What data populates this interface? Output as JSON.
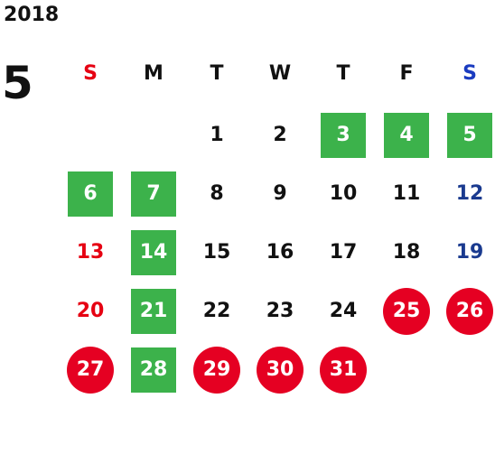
{
  "calendar": {
    "year": "2018",
    "month": "5",
    "weekdays": [
      {
        "label": "S",
        "color": "#e60012"
      },
      {
        "label": "M",
        "color": "#111111"
      },
      {
        "label": "T",
        "color": "#111111"
      },
      {
        "label": "W",
        "color": "#111111"
      },
      {
        "label": "T",
        "color": "#111111"
      },
      {
        "label": "F",
        "color": "#111111"
      },
      {
        "label": "S",
        "color": "#1a3bc0"
      }
    ],
    "first_weekday_index": 2,
    "days": [
      {
        "day": "1",
        "mark": "none"
      },
      {
        "day": "2",
        "mark": "none"
      },
      {
        "day": "3",
        "mark": "square"
      },
      {
        "day": "4",
        "mark": "square"
      },
      {
        "day": "5",
        "mark": "square"
      },
      {
        "day": "6",
        "mark": "square"
      },
      {
        "day": "7",
        "mark": "square"
      },
      {
        "day": "8",
        "mark": "none"
      },
      {
        "day": "9",
        "mark": "none"
      },
      {
        "day": "10",
        "mark": "none"
      },
      {
        "day": "11",
        "mark": "none"
      },
      {
        "day": "12",
        "mark": "none"
      },
      {
        "day": "13",
        "mark": "none"
      },
      {
        "day": "14",
        "mark": "square"
      },
      {
        "day": "15",
        "mark": "none"
      },
      {
        "day": "16",
        "mark": "none"
      },
      {
        "day": "17",
        "mark": "none"
      },
      {
        "day": "18",
        "mark": "none"
      },
      {
        "day": "19",
        "mark": "none"
      },
      {
        "day": "20",
        "mark": "none"
      },
      {
        "day": "21",
        "mark": "square"
      },
      {
        "day": "22",
        "mark": "none"
      },
      {
        "day": "23",
        "mark": "none"
      },
      {
        "day": "24",
        "mark": "none"
      },
      {
        "day": "25",
        "mark": "circle"
      },
      {
        "day": "26",
        "mark": "circle"
      },
      {
        "day": "27",
        "mark": "circle"
      },
      {
        "day": "28",
        "mark": "square"
      },
      {
        "day": "29",
        "mark": "circle"
      },
      {
        "day": "30",
        "mark": "circle"
      },
      {
        "day": "31",
        "mark": "circle"
      }
    ],
    "colors": {
      "square_mark": "#3cb24b",
      "circle_mark": "#e50022",
      "sunday_text": "#e60012",
      "saturday_text": "#1a3a8f",
      "weekday_text": "#111111",
      "marked_text": "#ffffff"
    }
  }
}
